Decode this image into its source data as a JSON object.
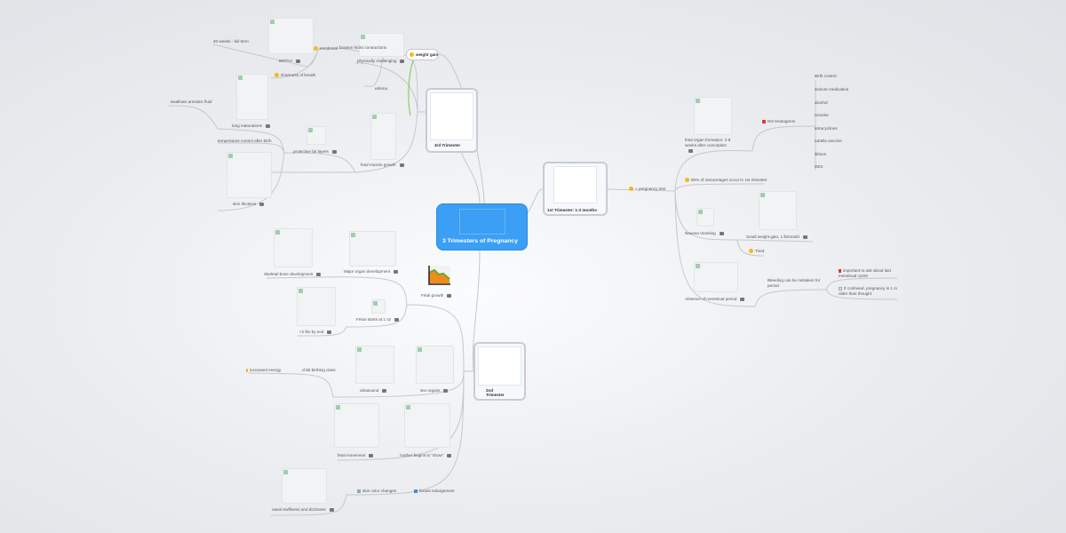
{
  "central": {
    "title": "3 Trimesters of Pregnancy"
  },
  "third": {
    "title": "3rd Trimester",
    "weight_gain": "weight gain",
    "full_term": "40 weeks - full term",
    "birth": "BIRTH!",
    "emotional": "emotional",
    "braxton": "braxton hicks contractions",
    "physically": "physically challenging",
    "shortness": "shortness of breath",
    "lung": "lung maturations",
    "swallows": "swallows amniotic fluid",
    "edema": "edema",
    "temperature": "temperature control after birth",
    "fat": "protective fat layers",
    "muscle": "fetal muscle growth",
    "skin": "skin thickens"
  },
  "first": {
    "title": "1st Trimester: 1-3 months",
    "pregnancy_test": "+ pregnancy test",
    "organ_formation": "fetal organ formation: 2-8 weeks after conception",
    "teratogens": "NO teratogens!",
    "teratogen_list": [
      "Birth control",
      "seizure medication",
      "alcohol",
      "nicotine",
      "tetracyclines",
      "rubella vaccine",
      "lithium",
      "DES"
    ],
    "miscarriages": "80% of miscarriages occur in 1st trimester",
    "nausea": "Nausea Vomiting",
    "weight": "Small weight gain, 1 lb/month",
    "tired": "Tired",
    "absence": "Absence of menstrual period",
    "bleeding": "Bleeding can be mistaken for period",
    "important": "important to ask about last menstrual cycle!",
    "confused": "If confused, pregnancy is 1 m older than thought"
  },
  "second": {
    "title": "2nd Trimester",
    "skeletal": "Skeletal bone development",
    "major": "Major organ development",
    "fetal_growth": "Fetal growth",
    "lbs": "<2 lbs by end",
    "starts": "Fetus starts at 1 oz",
    "energy": "increased energy",
    "class": "child birthing class",
    "ultrasound": "ultrasound",
    "sex": "sex organs",
    "movement": "fetal movement",
    "show": "mother begins to \"show\"",
    "nasal": "nasal stuffiness and dizziness",
    "skin_color": "skin color changes",
    "breast": "breast enlargement"
  },
  "colors": {
    "central": "#3a9ff5",
    "link": "#c4c8ce",
    "arrow": "#7cc84a"
  }
}
